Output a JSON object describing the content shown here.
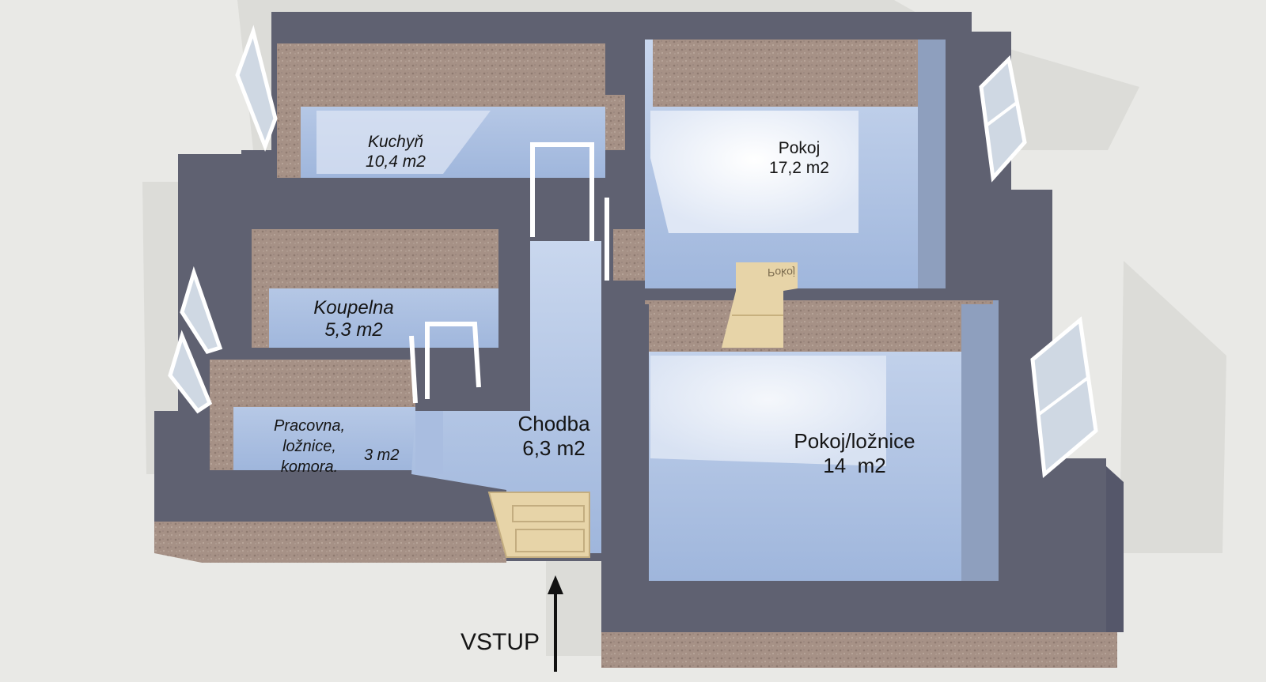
{
  "rooms": {
    "kuchyn": {
      "name": "Kuchyň",
      "area": "10,4 m2"
    },
    "pokoj": {
      "name": "Pokoj",
      "area": "17,2 m2"
    },
    "koupelna": {
      "name": "Koupelna",
      "area": "5,3 m2"
    },
    "pracovna": {
      "name_line1": "Pracovna,",
      "name_line2": "ložnice,",
      "name_line3": "komora.",
      "area": "3 m2"
    },
    "chodba": {
      "name": "Chodba",
      "area": "6,3 m2"
    },
    "loznice": {
      "name": "Pokoj/ložnice",
      "area": "14  m2"
    }
  },
  "entrance": {
    "label": "VSTUP"
  },
  "door_sign": {
    "text": "Pokoj"
  },
  "colors": {
    "wall_top": "#5f6171",
    "wall_inner": "#a69186",
    "floor": "#b6c8e6",
    "floor_light": "#e8eef8",
    "door": "#e7d4a8",
    "window_frame": "#ffffff",
    "text": "#151515",
    "background": "#e9e9e6"
  }
}
